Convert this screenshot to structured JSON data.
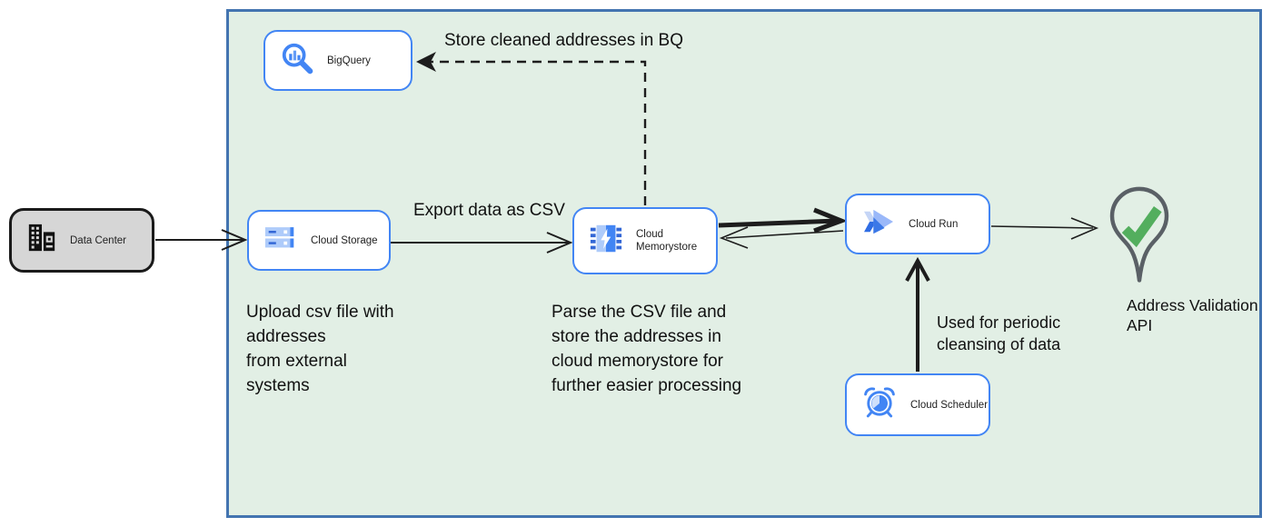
{
  "nodes": {
    "data_center": {
      "label": "Data Center",
      "icon": "building-icon"
    },
    "bigquery": {
      "label": "BigQuery",
      "icon": "bigquery-magnifier-icon"
    },
    "cloud_storage": {
      "label": "Cloud Storage",
      "icon": "storage-disks-icon"
    },
    "cloud_memorystore": {
      "label": "Cloud Memorystore",
      "icon": "memorystore-chip-icon"
    },
    "cloud_run": {
      "label": "Cloud Run",
      "icon": "cloud-run-chevrons-icon"
    },
    "cloud_scheduler": {
      "label": "Cloud Scheduler",
      "icon": "scheduler-alarm-clock-icon"
    }
  },
  "endpoint": {
    "label": "Address Validation\nAPI",
    "icon": "map-pin-check-icon"
  },
  "labels": {
    "store_bq": "Store cleaned addresses in BQ",
    "export_csv": "Export data as CSV",
    "upload_note": "Upload csv file with\naddresses\nfrom external\nsystems",
    "parse_note": "Parse the CSV file and\nstore the addresses in\ncloud  memorystore for\nfurther easier processing",
    "scheduler_note": "Used for periodic\ncleansing of data"
  },
  "colors": {
    "zone_fill": "#e2efe5",
    "zone_border": "#4374b0",
    "node_border": "#4285f4",
    "node_fill": "#ffffff",
    "data_center_fill": "#d6d6d6",
    "icon_blue": "#4285f4",
    "icon_light_blue": "#aecbfa",
    "icon_dark_blue": "#3367d6",
    "arrow_black": "#1d1d1d",
    "check_green": "#53ae5e",
    "pin_outline": "#5a6066"
  }
}
